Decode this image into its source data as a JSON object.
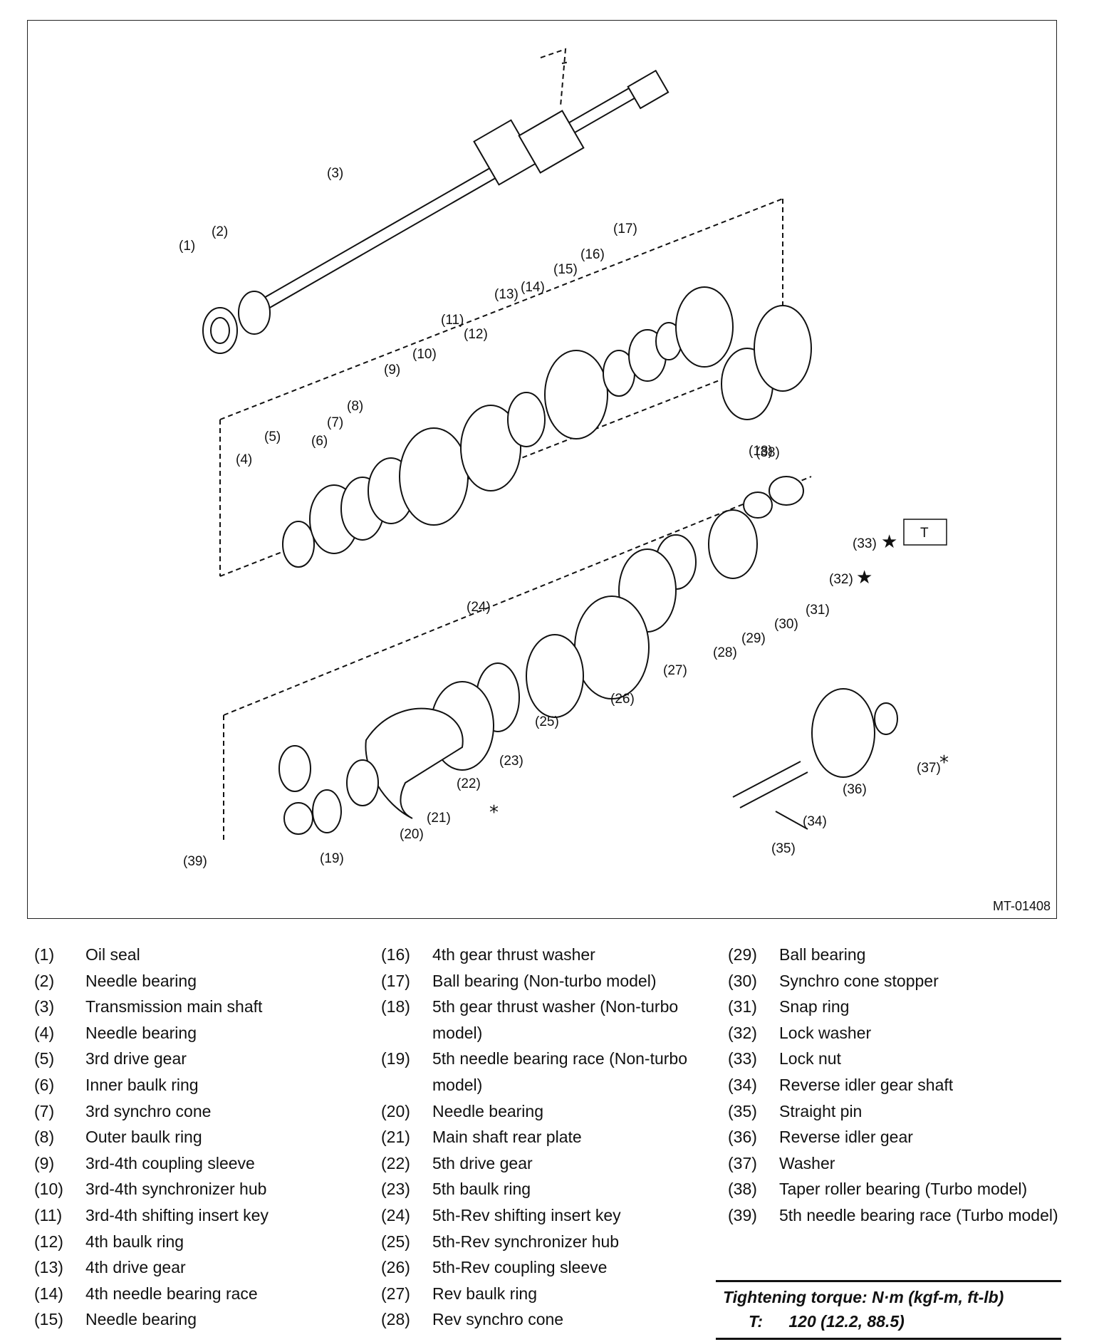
{
  "figure_id": "MT-01408",
  "torque_box_label": "T",
  "callouts": [
    "(1)",
    "(2)",
    "(3)",
    "(4)",
    "(5)",
    "(6)",
    "(7)",
    "(8)",
    "(9)",
    "(10)",
    "(11)",
    "(12)",
    "(13)",
    "(14)",
    "(15)",
    "(16)",
    "(17)",
    "(18)",
    "(19)",
    "(20)",
    "(21)",
    "(22)",
    "(23)",
    "(24)",
    "(25)",
    "(26)",
    "(27)",
    "(28)",
    "(29)",
    "(30)",
    "(31)",
    "(32)",
    "(33)",
    "(34)",
    "(35)",
    "(36)",
    "(37)",
    "(38)",
    "(39)"
  ],
  "legend": {
    "col1": [
      {
        "num": "(1)",
        "text": "Oil seal"
      },
      {
        "num": "(2)",
        "text": "Needle bearing"
      },
      {
        "num": "(3)",
        "text": "Transmission main shaft"
      },
      {
        "num": "(4)",
        "text": "Needle bearing"
      },
      {
        "num": "(5)",
        "text": "3rd drive gear"
      },
      {
        "num": "(6)",
        "text": "Inner baulk ring"
      },
      {
        "num": "(7)",
        "text": "3rd synchro cone"
      },
      {
        "num": "(8)",
        "text": "Outer baulk ring"
      },
      {
        "num": "(9)",
        "text": "3rd-4th coupling sleeve"
      },
      {
        "num": "(10)",
        "text": "3rd-4th synchronizer hub"
      },
      {
        "num": "(11)",
        "text": "3rd-4th shifting insert key"
      },
      {
        "num": "(12)",
        "text": "4th baulk ring"
      },
      {
        "num": "(13)",
        "text": "4th drive gear"
      },
      {
        "num": "(14)",
        "text": "4th needle bearing race"
      },
      {
        "num": "(15)",
        "text": "Needle bearing"
      }
    ],
    "col2": [
      {
        "num": "(16)",
        "text": "4th gear thrust washer"
      },
      {
        "num": "(17)",
        "text": "Ball bearing (Non-turbo model)"
      },
      {
        "num": "(18)",
        "text": "5th gear thrust washer (Non-turbo model)"
      },
      {
        "num": "(19)",
        "text": "5th needle bearing race (Non-turbo model)"
      },
      {
        "num": "(20)",
        "text": "Needle bearing"
      },
      {
        "num": "(21)",
        "text": "Main shaft rear plate"
      },
      {
        "num": "(22)",
        "text": "5th drive gear"
      },
      {
        "num": "(23)",
        "text": "5th baulk ring"
      },
      {
        "num": "(24)",
        "text": "5th-Rev shifting insert key"
      },
      {
        "num": "(25)",
        "text": "5th-Rev synchronizer hub"
      },
      {
        "num": "(26)",
        "text": "5th-Rev coupling sleeve"
      },
      {
        "num": "(27)",
        "text": "Rev baulk ring"
      },
      {
        "num": "(28)",
        "text": "Rev synchro cone"
      }
    ],
    "col3": [
      {
        "num": "(29)",
        "text": "Ball bearing"
      },
      {
        "num": "(30)",
        "text": "Synchro cone stopper"
      },
      {
        "num": "(31)",
        "text": "Snap ring"
      },
      {
        "num": "(32)",
        "text": "Lock washer"
      },
      {
        "num": "(33)",
        "text": "Lock nut"
      },
      {
        "num": "(34)",
        "text": "Reverse idler gear shaft"
      },
      {
        "num": "(35)",
        "text": "Straight pin"
      },
      {
        "num": "(36)",
        "text": "Reverse idler gear"
      },
      {
        "num": "(37)",
        "text": "Washer"
      },
      {
        "num": "(38)",
        "text": "Taper roller bearing (Turbo model)"
      },
      {
        "num": "(39)",
        "text": "5th needle bearing race (Turbo model)"
      }
    ]
  },
  "torque": {
    "heading": "Tightening torque: N·m (kgf-m, ft-lb)",
    "label": "T:",
    "value": "120 (12.2, 88.5)"
  }
}
